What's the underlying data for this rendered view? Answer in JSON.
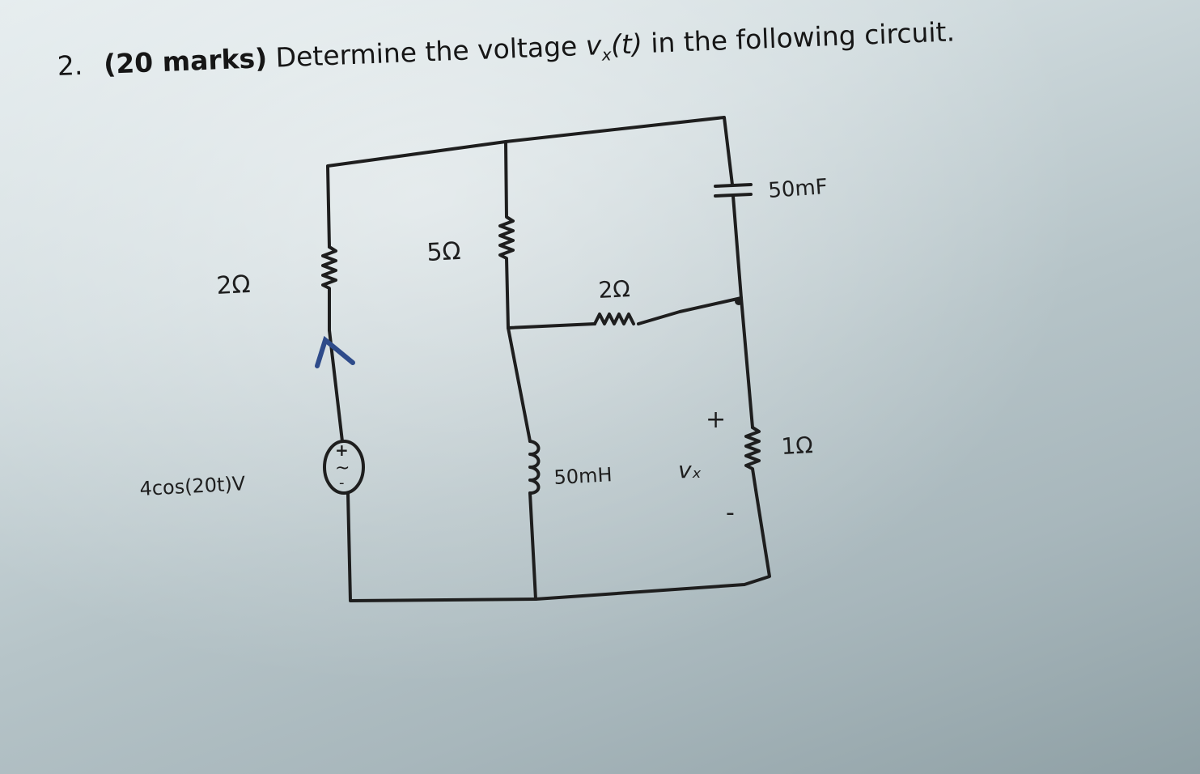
{
  "question": {
    "number": "2.",
    "marks": "(20 marks)",
    "text_before": "Determine the voltage ",
    "var_main": "v",
    "var_sub": "x",
    "var_arg": "(t)",
    "text_after": " in the following circuit."
  },
  "labels": {
    "r_left": "2Ω",
    "r_middle": "5Ω",
    "r_bridge": "2Ω",
    "r_right": "1Ω",
    "capacitor": "50mF",
    "inductor": "50mH",
    "source": "4cos(20t)V",
    "vx": "vₓ",
    "vx_plus": "+",
    "vx_minus": "-",
    "src_plus": "+",
    "src_tilde": "~",
    "src_minus": "-"
  },
  "colors": {
    "ink": "#1e1e1e",
    "blue_mark": "#2e4b8a"
  }
}
